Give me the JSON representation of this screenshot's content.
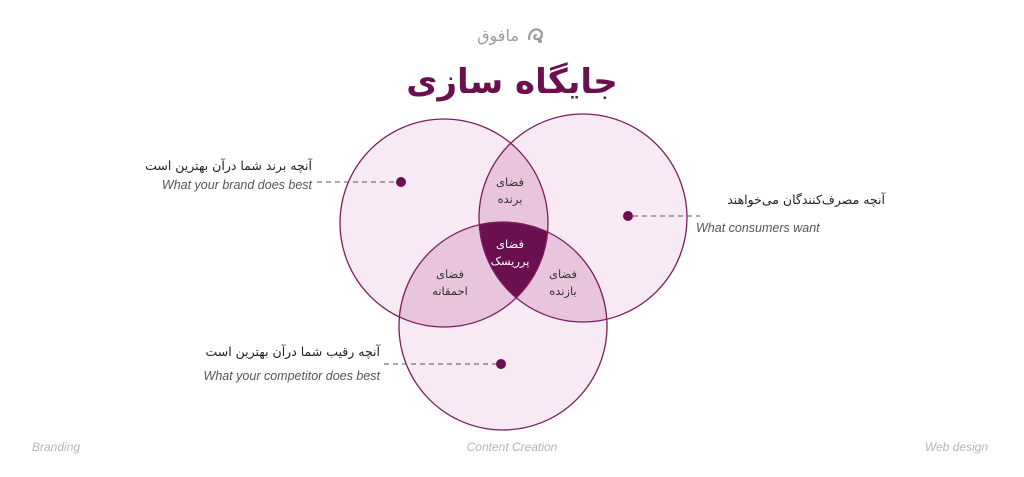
{
  "logo": {
    "text": "مافوق",
    "icon": "mafogh-logo-icon"
  },
  "title": "جایگاه سازی",
  "circles": {
    "brand": {
      "fa": "آنچه برند شما درآن بهترین است",
      "en": "What your brand does best"
    },
    "consumers": {
      "fa": "آنچه مصرف‌کنندگان می‌خواهند",
      "en": "What consumers want"
    },
    "competitor": {
      "fa": "آنچه رقیب شما درآن بهترین است",
      "en": "What your competitor does best"
    }
  },
  "regions": {
    "winning": {
      "line1": "فضای",
      "line2": "برنده"
    },
    "losing": {
      "line1": "فضای",
      "line2": "بازنده"
    },
    "foolish": {
      "line1": "فضای",
      "line2": "احمقانه"
    },
    "risky": {
      "line1": "فضای",
      "line2": "پرریسک"
    }
  },
  "footer": {
    "left": "Branding",
    "center": "Content Creation",
    "right": "Web design"
  },
  "colors": {
    "circle_fill": "#f8eaf4",
    "circle_stroke": "#7a1d5e",
    "pair_overlap": "#e8c4dd",
    "center_overlap": "#6b0f4e",
    "accent": "#6b0f4e"
  }
}
